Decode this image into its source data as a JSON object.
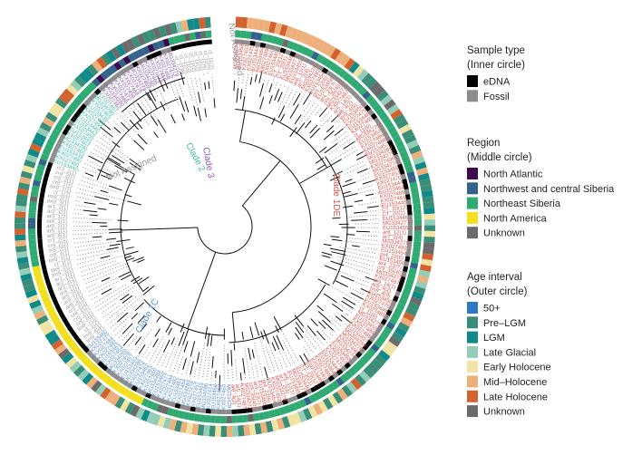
{
  "colors": {
    "eDNA": "#000000",
    "Fossil": "#8c8c8c",
    "North Atlantic": "#3d0a4f",
    "Northwest and central Siberia": "#35628a",
    "Northeast Siberia": "#2eaa72",
    "North America": "#f2df1e",
    "Unknown": "#6b6b6b",
    "50+": "#2f78c4",
    "Pre-LGM": "#3a8e78",
    "LGM": "#0f8a8a",
    "Late Glacial": "#93cdb8",
    "Early Holocene": "#f0e3a3",
    "Mid-Holocene": "#eeb07a",
    "Late Holocene": "#d3622f",
    "clade1DE": "#d9534f",
    "clade1C": "#5b8fd0",
    "clade2": "#3fb8a6",
    "clade3": "#8e5aa8",
    "unassigned": "#9a9a9a"
  },
  "legend": {
    "sample": {
      "title": [
        "Sample type",
        "(Inner circle)"
      ],
      "items": [
        "eDNA",
        "Fossil"
      ]
    },
    "region": {
      "title": [
        "Region",
        "(Middle circle)"
      ],
      "items": [
        "North Atlantic",
        "Northwest and central Siberia",
        "Northeast Siberia",
        "North America",
        "Unknown"
      ]
    },
    "age": {
      "title": [
        "Age interval",
        "(Outer circle)"
      ],
      "items": [
        "50+",
        "Pre–LGM",
        "LGM",
        "Late Glacial",
        "Early Holocene",
        "Mid–Holocene",
        "Late Holocene",
        "Unknown"
      ],
      "keys": [
        "50+",
        "Pre-LGM",
        "LGM",
        "Late Glacial",
        "Early Holocene",
        "Mid-Holocene",
        "Late Holocene",
        "Unknown"
      ]
    }
  },
  "clades": [
    {
      "label": "Clade 1DE",
      "color": "clade1DE"
    },
    {
      "label": "Clade 1C",
      "color": "clade1C"
    },
    {
      "label": "Clade 2",
      "color": "clade2"
    },
    {
      "label": "Clade 3",
      "color": "clade3"
    },
    {
      "label": "Not Assigned",
      "color": "unassigned"
    },
    {
      "label": "Not Assigned",
      "color": "unassigned"
    }
  ],
  "tip_labels": {
    "clade1DE": [
      "MG334274",
      "EU153458",
      "KX027453",
      "KX027470",
      "EU153444",
      "EU153464",
      "KX027489",
      "KX027461",
      "EU153445",
      "CT_20(12)",
      "CT_20(1)",
      "EU153446",
      "MG334277",
      "EU153455",
      "ar6_12(1)",
      "ar7_2(4)",
      "MG334278",
      "KX027492",
      "EU153454",
      "pr4_22(6)",
      "EU153456",
      "ar4_23(7)",
      "cr9_35(40)",
      "MG334272",
      "KX027487",
      "ar5_14(1)",
      "ar8_4(2)",
      "tm9_4(9)",
      "EU153450",
      "KX027475",
      "EU153448",
      "KX027485",
      "ct_11(6)",
      "MG334275",
      "EU153452",
      "KX027486",
      "KX027488",
      "EU153457",
      "MG334269",
      "MG334276",
      "KX027498"
    ],
    "clade1C": [
      "MG334284",
      "KX027460",
      "KX027463",
      "EU153462",
      "KX027474",
      "MG334286",
      "EU153463",
      "KX027457",
      "KX027478",
      "MG334289",
      "KX027454",
      "EU153461",
      "KX027482",
      "KX027484",
      "KX027477",
      "EU153460"
    ],
    "clade2": [
      "EU153440",
      "KX027491",
      "KX027490",
      "EU153439",
      "KX027465",
      "MG334290",
      "KX027467",
      "EU153441",
      "KX027455",
      "EU153442"
    ],
    "clade3": [
      "KX027462",
      "MG334280",
      "KX027466",
      "KX027472",
      "KX027459",
      "KX027468",
      "KX027476",
      "MG334279"
    ],
    "unassigned1": [
      "tm9_3(1)",
      "tm9_2(1)",
      "ct_1(2)",
      "tm9_1(1)",
      "cr8_1(1)",
      "cr5_2(1)",
      "cr4_2(2)",
      "cr3_2(1)",
      "ar6_4(1)",
      "ar5_1(1)",
      "ar5_2(1)",
      "ar4_1(1)",
      "ar3_1(2)",
      "ar2_1(1)",
      "ar1_2(1)"
    ],
    "unassigned2": [
      "ct_11(2)"
    ]
  }
}
